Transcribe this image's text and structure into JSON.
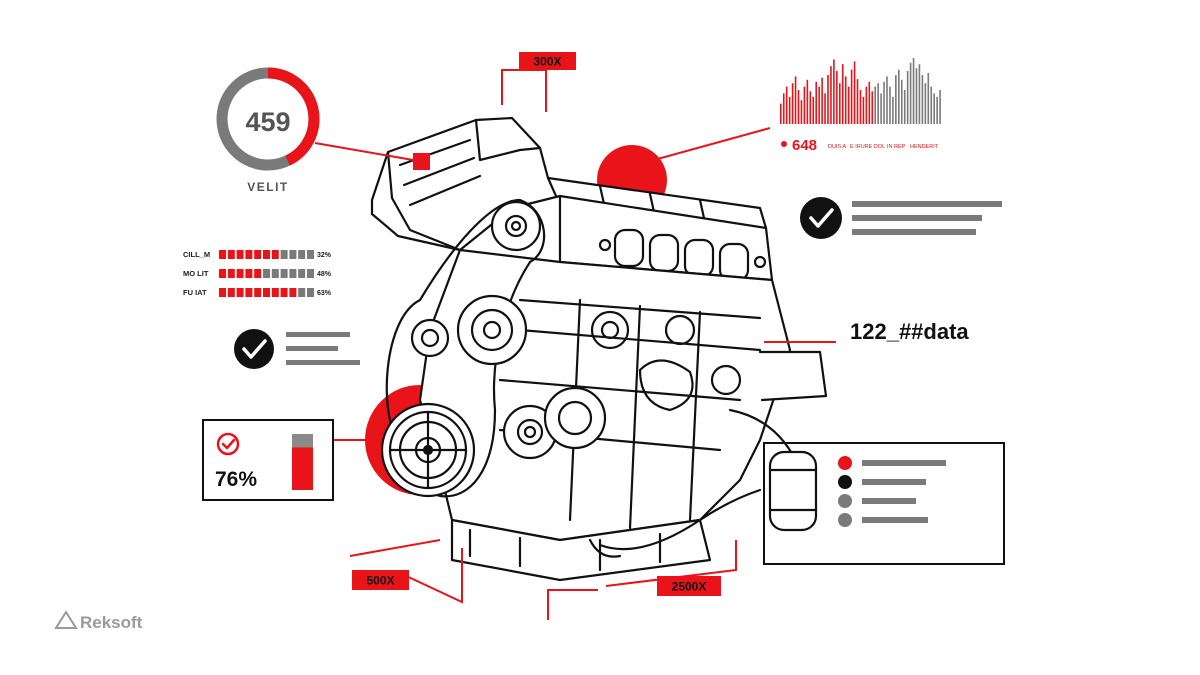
{
  "colors": {
    "accent": "#e8141a",
    "ink": "#111111",
    "gray": "#7a7a7a",
    "light_gray": "#bdbdbd"
  },
  "gauge": {
    "value": "459",
    "label": "VELIT",
    "fill_fraction": 0.43
  },
  "dimensions": {
    "top": "300X",
    "bottom_left": "500X",
    "bottom_right": "2500X"
  },
  "progress_bars": [
    {
      "label": "CILL_M",
      "percent_label": "32%",
      "red_segments": 7,
      "total_segments": 11
    },
    {
      "label": "MO  LIT",
      "percent_label": "48%",
      "red_segments": 5,
      "total_segments": 11
    },
    {
      "label": "FU  IAT",
      "percent_label": "63%",
      "red_segments": 9,
      "total_segments": 11
    }
  ],
  "status_card": {
    "value": "76%",
    "fill_fraction": 0.76
  },
  "spectrum": {
    "value": "648",
    "tags": [
      "DUIS A",
      "E IRURE DOL",
      "IN REP",
      "HENDERIT"
    ],
    "red_bar_count": 32,
    "bars": [
      0.3,
      0.45,
      0.55,
      0.4,
      0.6,
      0.7,
      0.5,
      0.35,
      0.55,
      0.65,
      0.48,
      0.4,
      0.62,
      0.55,
      0.68,
      0.45,
      0.72,
      0.85,
      0.95,
      0.78,
      0.6,
      0.88,
      0.7,
      0.55,
      0.8,
      0.92,
      0.66,
      0.5,
      0.4,
      0.55,
      0.62,
      0.48,
      0.55,
      0.6,
      0.45,
      0.62,
      0.7,
      0.55,
      0.4,
      0.72,
      0.8,
      0.65,
      0.5,
      0.78,
      0.9,
      0.97,
      0.82,
      0.88,
      0.72,
      0.6,
      0.75,
      0.55,
      0.45,
      0.4,
      0.5
    ]
  },
  "data_label": "122_##data",
  "legend_dots": [
    "red",
    "black",
    "gray",
    "gray"
  ],
  "logo": {
    "text": "Reksoft"
  }
}
